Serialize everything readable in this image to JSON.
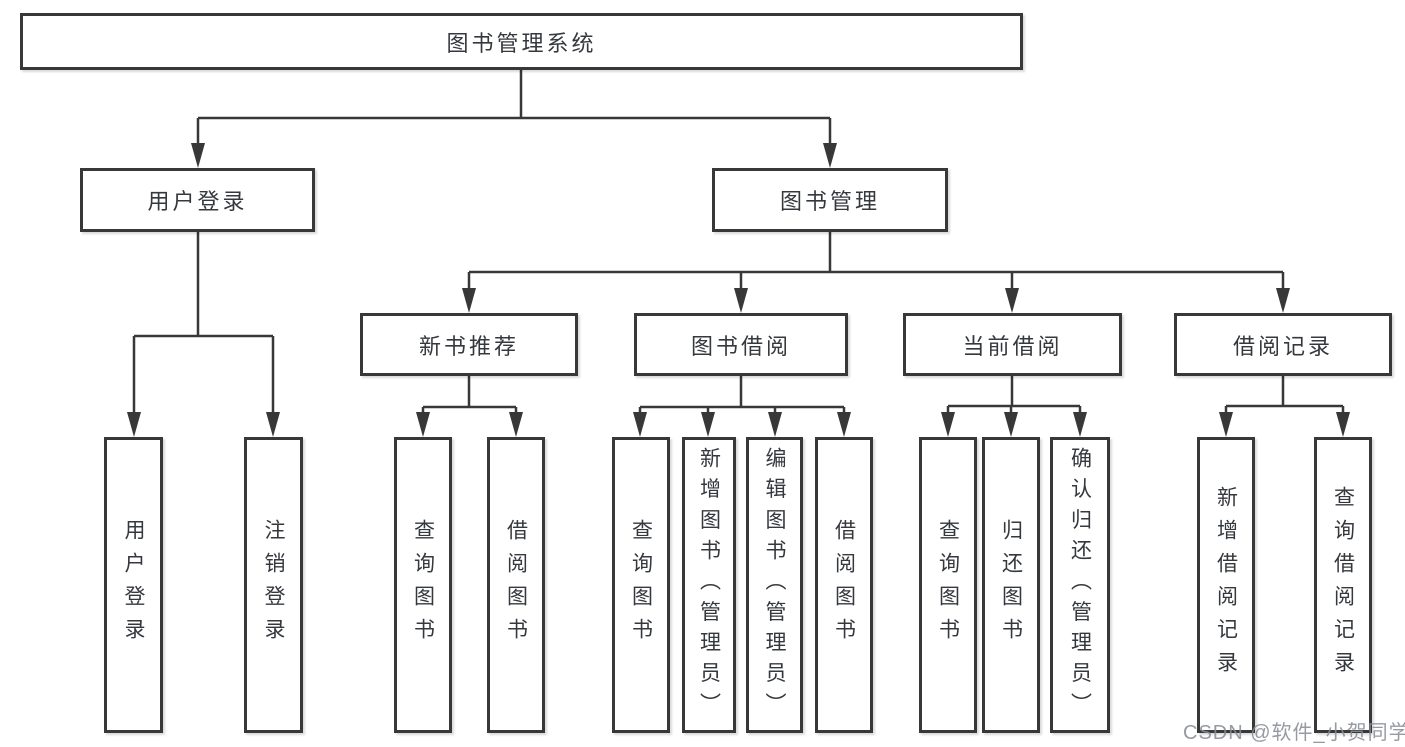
{
  "diagram": {
    "root": {
      "label": "图书管理系统"
    },
    "branches": [
      {
        "label": "用户登录",
        "leaves": [
          "用户登录",
          "注销登录"
        ]
      },
      {
        "label": "图书管理",
        "children": [
          {
            "label": "新书推荐",
            "leaves": [
              "查询图书",
              "借阅图书"
            ]
          },
          {
            "label": "图书借阅",
            "leaves": [
              "查询图书",
              "新增图书（管理员）",
              "编辑图书（管理员）",
              "借阅图书"
            ]
          },
          {
            "label": "当前借阅",
            "leaves": [
              "查询图书",
              "归还图书",
              "确认归还（管理员）"
            ]
          },
          {
            "label": "借阅记录",
            "leaves": [
              "新增借阅记录",
              "查询借阅记录"
            ]
          }
        ]
      }
    ]
  },
  "watermark": {
    "text": "CSDN @软件_小贺同学"
  },
  "colors": {
    "line": "#383838",
    "text": "#35383d",
    "box_background": "#ffffff",
    "watermark": "#888d96",
    "page_background": "#ffffff"
  }
}
